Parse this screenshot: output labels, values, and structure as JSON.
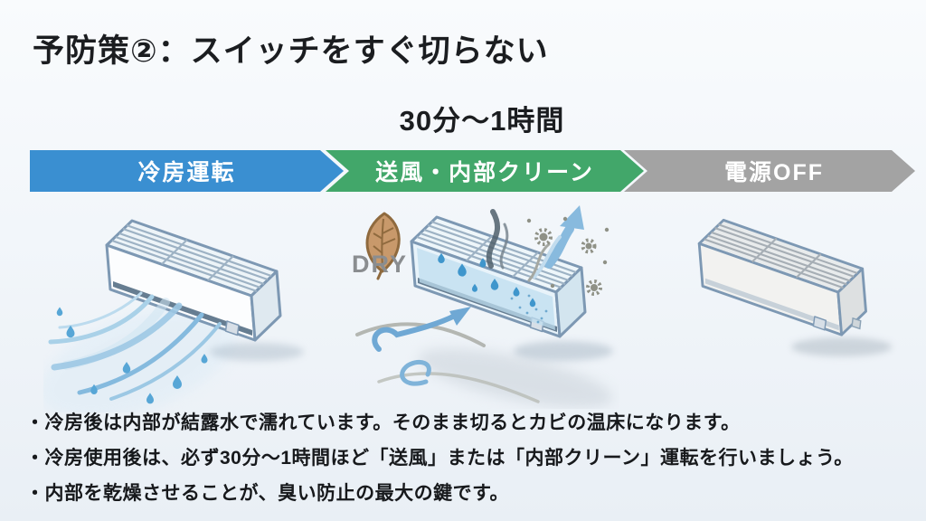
{
  "page": {
    "title": "予防策②：スイッチをすぐ切らない"
  },
  "timeline": {
    "duration_label": "30分〜1時間",
    "steps": [
      {
        "id": "cooling",
        "label": "冷房運転",
        "color": "#3a8fd1"
      },
      {
        "id": "fan-clean",
        "label": "送風・内部クリーン",
        "color": "#42a76a"
      },
      {
        "id": "power-off",
        "label": "電源OFF",
        "color": "#a3a3a3"
      }
    ]
  },
  "illustrations": {
    "dry_label": "DRY"
  },
  "notes": [
    "・冷房後は内部が結露水で濡れています。そのまま切るとカビの温床になります。",
    "・冷房使用後は、必ず30分〜1時間ほど「送風」または「内部クリーン」運転を行いましょう。",
    "・内部を乾燥させることが、臭い防止の最大の鍵です。"
  ]
}
